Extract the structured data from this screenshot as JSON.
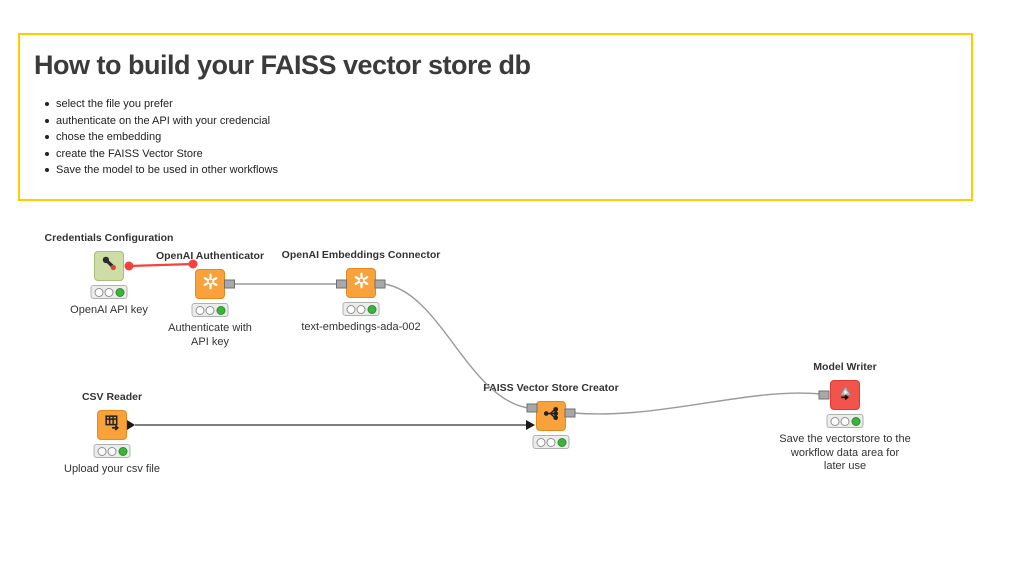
{
  "annotation_box": {
    "title": "How to build your FAISS vector store db",
    "bullets": [
      "select the file you prefer",
      "authenticate on the API with your credencial",
      "chose the embedding",
      "create the FAISS Vector Store",
      "Save the model to be used in other workflows"
    ],
    "border_color": "#ffcc00"
  },
  "workflow": {
    "nodes": [
      {
        "title": "Credentials Configuration",
        "annotation": "OpenAI API key",
        "type": "credentials-configuration",
        "color": "#cddda5",
        "status": "executed"
      },
      {
        "title": "OpenAI Authenticator",
        "annotation": "Authenticate with API key",
        "type": "openai-authenticator",
        "color": "#f9a23b",
        "status": "executed"
      },
      {
        "title": "OpenAI Embeddings Connector",
        "annotation": "text-embedings-ada-002",
        "type": "openai-embeddings-connector",
        "color": "#f9a23b",
        "status": "executed"
      },
      {
        "title": "CSV Reader",
        "annotation": "Upload your csv file",
        "type": "csv-reader",
        "color": "#f9a23b",
        "status": "executed"
      },
      {
        "title": "FAISS Vector Store Creator",
        "annotation": "",
        "type": "faiss-vector-store-creator",
        "color": "#f9a23b",
        "status": "executed"
      },
      {
        "title": "Model Writer",
        "annotation": "Save the vectorstore to the workflow data area for later use",
        "type": "model-writer",
        "color": "#f2534b",
        "status": "executed"
      }
    ],
    "connections": [
      {
        "from": "Credentials Configuration",
        "to": "OpenAI Authenticator",
        "type": "flow-variable",
        "color": "#f4433c"
      },
      {
        "from": "OpenAI Authenticator",
        "to": "OpenAI Embeddings Connector",
        "type": "port",
        "color": "#9a9a9a"
      },
      {
        "from": "OpenAI Embeddings Connector",
        "to": "FAISS Vector Store Creator",
        "type": "port",
        "color": "#9a9a9a"
      },
      {
        "from": "CSV Reader",
        "to": "FAISS Vector Store Creator",
        "type": "data-table",
        "color": "#333333"
      },
      {
        "from": "FAISS Vector Store Creator",
        "to": "Model Writer",
        "type": "port",
        "color": "#9a9a9a"
      }
    ]
  }
}
